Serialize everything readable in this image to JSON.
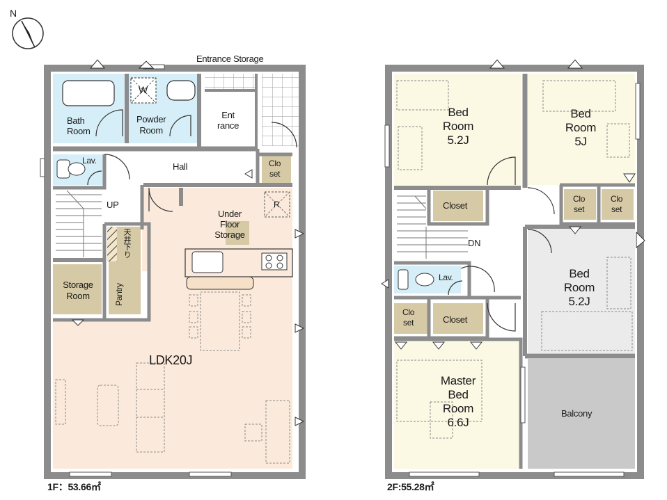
{
  "compass": {
    "letter": "N"
  },
  "floor1": {
    "area_label": "1F：53.66㎡",
    "entrance_storage": "Entrance Storage",
    "bath": [
      "Bath",
      "Room"
    ],
    "powder": [
      "Powder",
      "Room"
    ],
    "washer": "W",
    "entrance": [
      "Ent",
      "rance"
    ],
    "lav": "Lav.",
    "hall": "Hall",
    "closet": [
      "Clo",
      "set"
    ],
    "up": "UP",
    "fridge": "R",
    "under_floor": [
      "Under",
      "Floor",
      "Storage"
    ],
    "storage_room": [
      "Storage",
      "Room"
    ],
    "pantry": "Pantry",
    "ceiling_drop": "天井下り",
    "ldk": "LDK20J"
  },
  "floor2": {
    "area_label": "2F:55.28㎡",
    "bed1": [
      "Bed",
      "Room",
      "5.2J"
    ],
    "bed2": [
      "Bed",
      "Room",
      "5J"
    ],
    "bed3": [
      "Bed",
      "Room",
      "5.2J"
    ],
    "closet_a": "Closet",
    "closet_b": "Closet",
    "closet_small1": [
      "Clo",
      "set"
    ],
    "closet_small2": [
      "Clo",
      "set"
    ],
    "closet_small3": [
      "Clo",
      "set"
    ],
    "dn": "DN",
    "lav": "Lav.",
    "master": [
      "Master",
      "Bed",
      "Room",
      "6.6J"
    ],
    "balcony": "Balcony"
  }
}
